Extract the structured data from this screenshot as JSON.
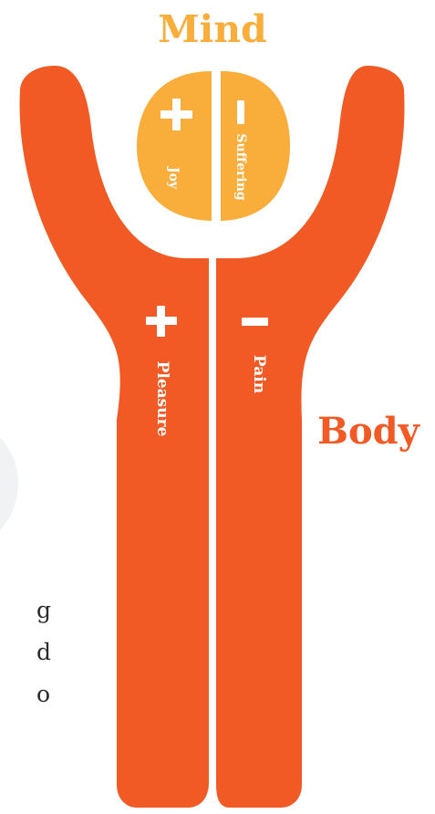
{
  "title_mind": "Mind",
  "label_body": "Body",
  "mind": {
    "positive_symbol": "+",
    "positive_label": "Joy",
    "negative_symbol": "−",
    "negative_label": "Suffering"
  },
  "body": {
    "positive_symbol": "+",
    "positive_label": "Pleasure",
    "negative_symbol": "−",
    "negative_label": "Pain"
  },
  "cropped_text": [
    "g",
    "d",
    "o"
  ],
  "colors": {
    "body_orange": "#f15a24",
    "mind_yellow": "#f9ae3b",
    "light_grey": "#f1f2f4",
    "text_dark": "#2b2b2b",
    "white": "#ffffff"
  }
}
